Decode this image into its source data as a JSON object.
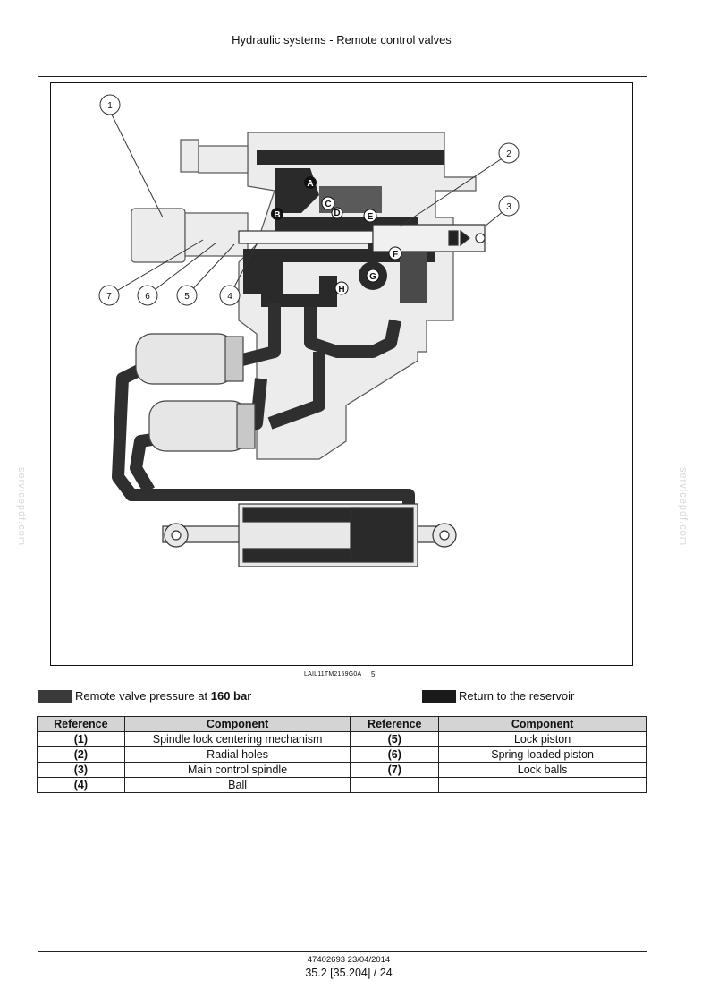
{
  "header": {
    "title": "Hydraulic systems - Remote control valves"
  },
  "figure": {
    "code": "LAIL11TM2159G0A",
    "number": "5",
    "callouts": [
      "1",
      "2",
      "3",
      "4",
      "5",
      "6",
      "7"
    ],
    "port_letters": [
      "A",
      "B",
      "C",
      "D",
      "E",
      "F",
      "G",
      "H"
    ]
  },
  "legend": {
    "pressure": {
      "text": "Remote valve pressure at ",
      "value": "160 bar",
      "color": "#3a3a3a"
    },
    "return": {
      "text": "Return to the reservoir",
      "color": "#1a1a1a"
    }
  },
  "table": {
    "headers": [
      "Reference",
      "Component",
      "Reference",
      "Component"
    ],
    "rows": [
      [
        "(1)",
        "Spindle lock centering mechanism",
        "(5)",
        "Lock piston"
      ],
      [
        "(2)",
        "Radial holes",
        "(6)",
        "Spring-loaded piston"
      ],
      [
        "(3)",
        "Main control spindle",
        "(7)",
        "Lock balls"
      ],
      [
        "(4)",
        "Ball",
        "",
        ""
      ]
    ]
  },
  "watermark": "servicepdf.com",
  "footer": {
    "doc": "47402693 23/04/2014",
    "page": "35.2 [35.204] / 24"
  }
}
